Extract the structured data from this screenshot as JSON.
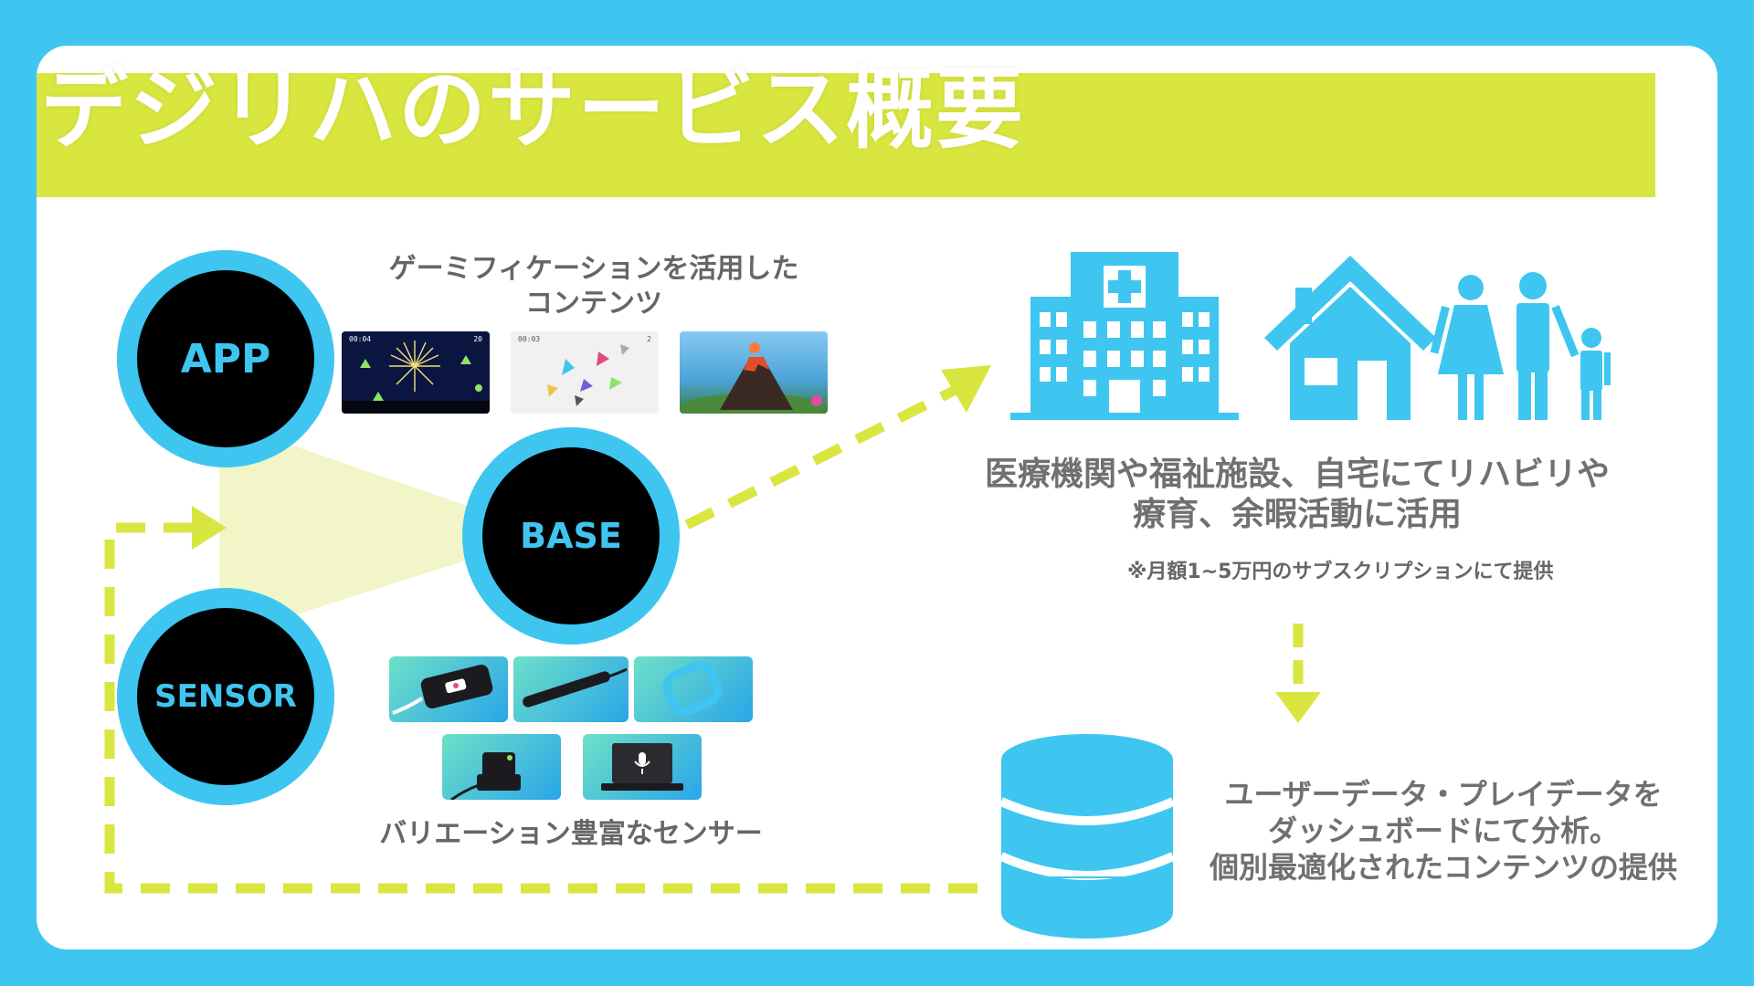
{
  "title": "デジリハのサービス概要",
  "colors": {
    "background": "#3ec6f0",
    "accent_yellow": "#d9e63f",
    "node_fill": "#000000",
    "node_text": "#3ec6f0",
    "caption_text": "#666666"
  },
  "nodes": {
    "app": "APP",
    "base": "BASE",
    "sensor": "SENSOR"
  },
  "app_caption": {
    "line1": "ゲーミフィケーションを活用した",
    "line2": "コンテンツ"
  },
  "sensor_caption": "バリエーション豊富なセンサー",
  "app_thumbnails": [
    {
      "name": "fireworks-game",
      "time": "00:04",
      "score": "20"
    },
    {
      "name": "gems-game",
      "time": "00:03",
      "score": "2"
    },
    {
      "name": "volcano-game"
    }
  ],
  "sensors": [
    "touch-sensor",
    "bar-sensor",
    "wristband-sensor",
    "camera-sensor",
    "microphone-laptop"
  ],
  "usage": {
    "line1": "医療機関や福祉施設、自宅にてリハビリや",
    "line2": "療育、余暇活動に活用"
  },
  "note": "※月額1~5万円のサブスクリプションにて提供",
  "data_text": {
    "line1": "ユーザーデータ・プレイデータを",
    "line2": "ダッシュボードにて分析。",
    "line3": "個別最適化されたコンテンツの提供"
  },
  "icons": [
    "hospital-icon",
    "house-icon",
    "family-icon",
    "database-icon"
  ]
}
